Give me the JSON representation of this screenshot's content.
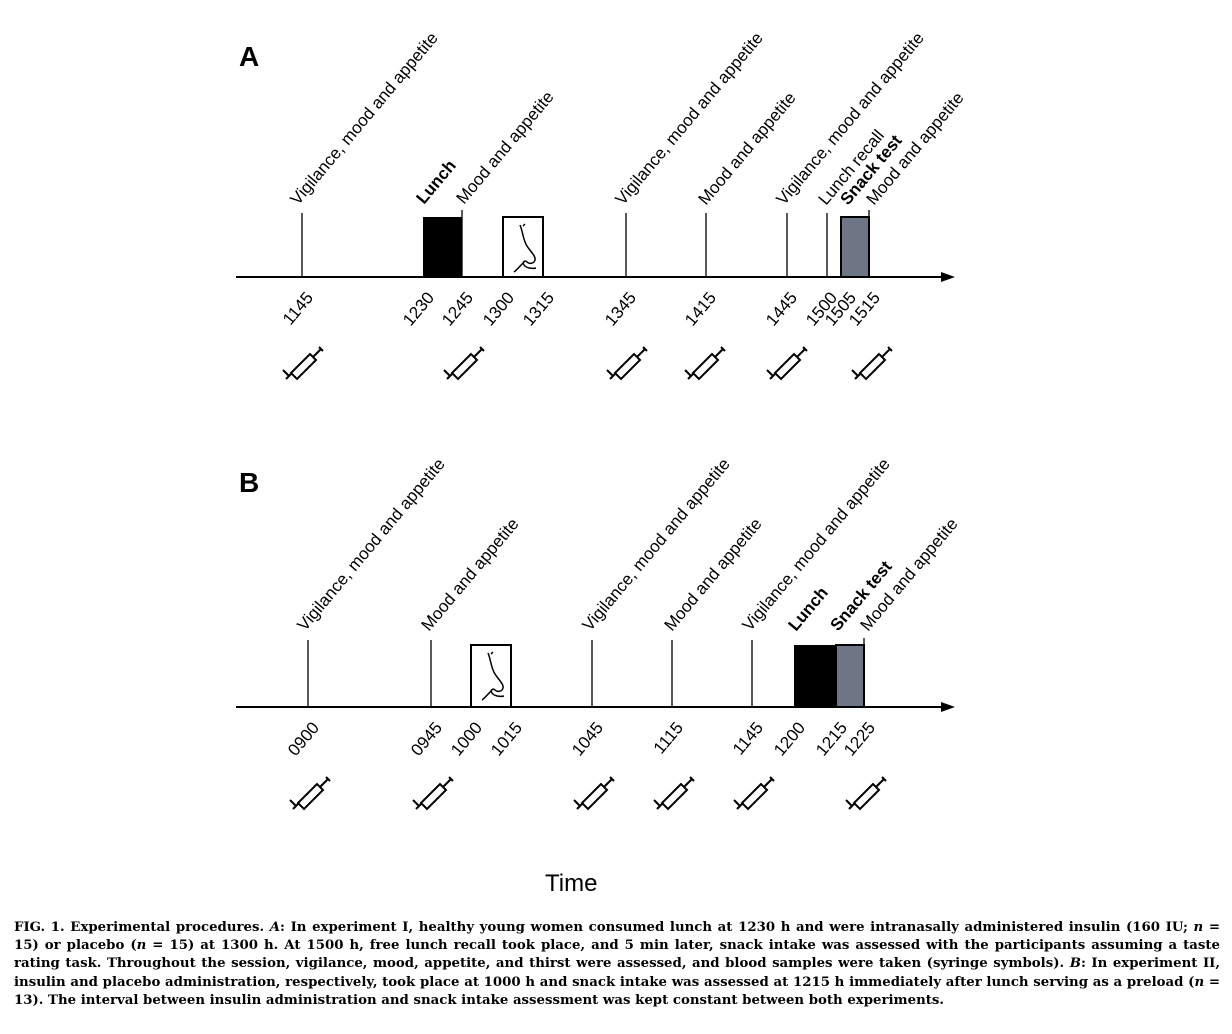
{
  "panels": [
    {
      "letter": "A",
      "events": [
        {
          "label": "Vigilance, mood and appetite",
          "bold": false
        },
        {
          "label": "Lunch",
          "bold": true
        },
        {
          "label": "Mood and appetite",
          "bold": false
        },
        {
          "label": "Vigilance, mood and appetite",
          "bold": false
        },
        {
          "label": "Mood and appetite",
          "bold": false
        },
        {
          "label": "Vigilance, mood and appetite",
          "bold": false
        },
        {
          "label": "Lunch recall",
          "bold": false
        },
        {
          "label": "Snack test",
          "bold": true
        },
        {
          "label": "Mood and appetite",
          "bold": false
        }
      ],
      "times": [
        "1145",
        "1230",
        "1245",
        "1300",
        "1315",
        "1345",
        "1415",
        "1445",
        "1500",
        "1505",
        "1515"
      ]
    },
    {
      "letter": "B",
      "events": [
        {
          "label": "Vigilance, mood and appetite",
          "bold": false
        },
        {
          "label": "Mood and appetite",
          "bold": false
        },
        {
          "label": "Vigilance, mood and appetite",
          "bold": false
        },
        {
          "label": "Mood and appetite",
          "bold": false
        },
        {
          "label": "Vigilance, mood and appetite",
          "bold": false
        },
        {
          "label": "Lunch",
          "bold": true
        },
        {
          "label": "Snack test",
          "bold": true
        },
        {
          "label": "Mood and appetite",
          "bold": false
        }
      ],
      "times": [
        "0900",
        "0945",
        "1000",
        "1015",
        "1045",
        "1115",
        "1145",
        "1200",
        "1215",
        "1225"
      ]
    }
  ],
  "axis_label": "Time",
  "colors": {
    "lunch": "#000000",
    "snack": "#6e7685",
    "line": "#000000"
  },
  "caption": {
    "fig": "FIG. 1.",
    "p1": " Experimental procedures. ",
    "a": "A",
    "p2": ": In experiment I, healthy young women consumed lunch at 1230 h and were intranasally administered insulin (160 IU; ",
    "n1": "n",
    "p3": " = 15) or placebo (",
    "n2": "n",
    "p4": " = 15) at 1300 h. At 1500 h, free lunch recall took place, and 5 min later, snack intake was assessed with the participants assuming a taste rating task. Throughout the session, vigilance, mood, appetite, and thirst were assessed, and blood samples were taken (syringe symbols). ",
    "b": "B",
    "p5": ": In experiment II, insulin and placebo administration, respectively, took place at 1000 h and snack intake was assessed at 1215 h immediately after lunch serving as a preload (",
    "n3": "n",
    "p6": " = 13). The interval between insulin administration and snack intake assessment was kept constant between both experiments."
  }
}
